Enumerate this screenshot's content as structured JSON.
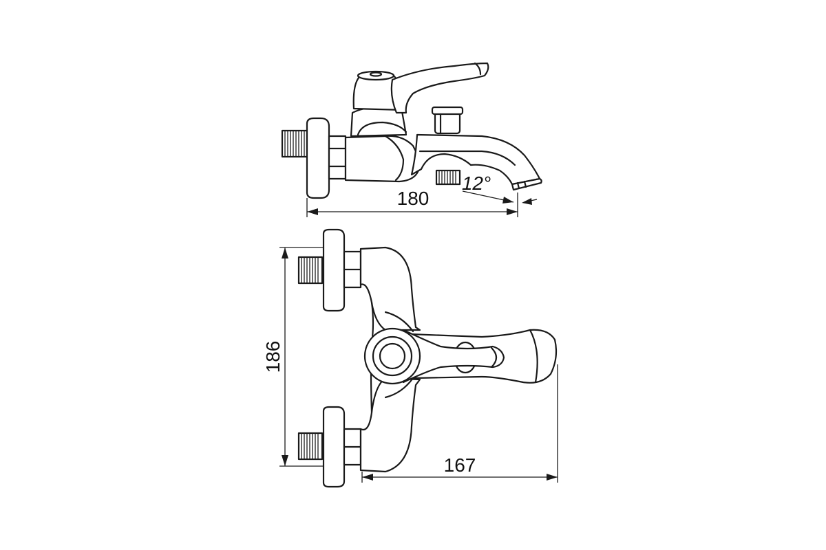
{
  "dimensions": {
    "length_side_view": "180",
    "spout_angle": "12°",
    "height_top_view": "186",
    "depth_top_view": "167"
  }
}
